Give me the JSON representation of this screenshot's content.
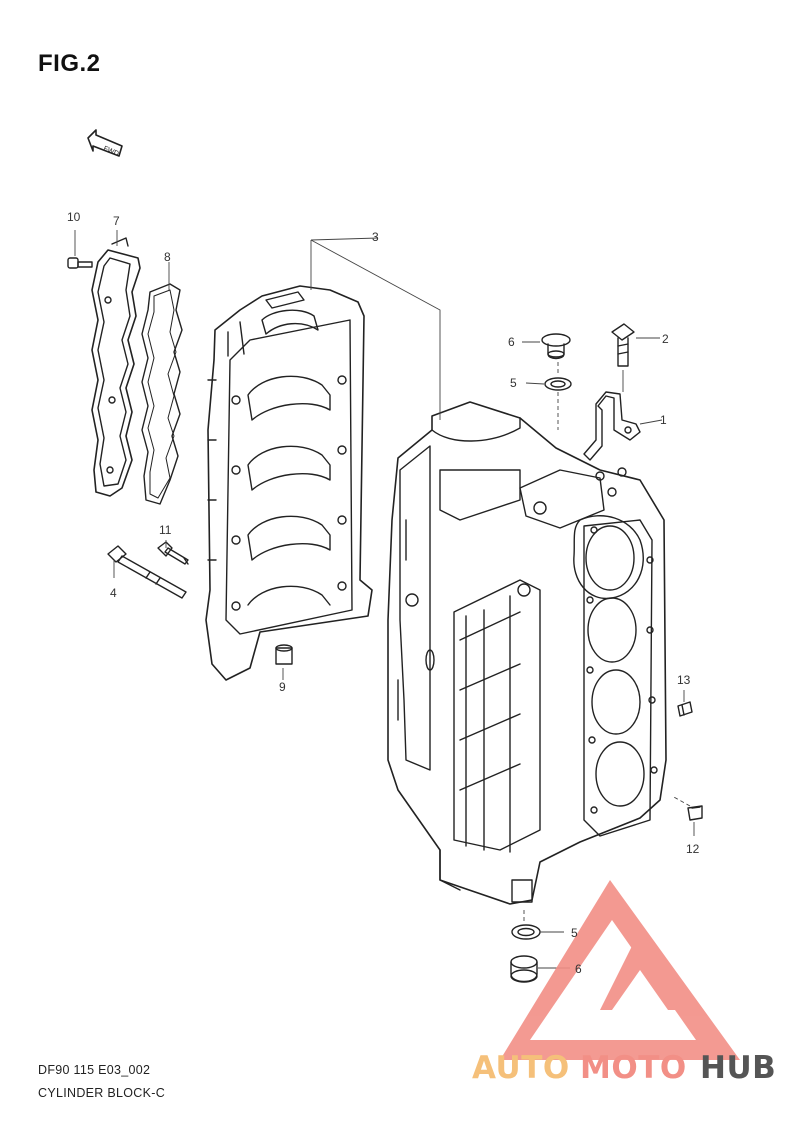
{
  "figure": {
    "title": "FIG.2",
    "fwd_label": "FWD"
  },
  "callouts": [
    {
      "id": "1",
      "label": "1"
    },
    {
      "id": "2",
      "label": "2"
    },
    {
      "id": "3",
      "label": "3"
    },
    {
      "id": "4",
      "label": "4"
    },
    {
      "id": "5a",
      "label": "5"
    },
    {
      "id": "5b",
      "label": "5"
    },
    {
      "id": "6a",
      "label": "6"
    },
    {
      "id": "6b",
      "label": "6"
    },
    {
      "id": "7",
      "label": "7"
    },
    {
      "id": "8",
      "label": "8"
    },
    {
      "id": "9",
      "label": "9"
    },
    {
      "id": "10",
      "label": "10"
    },
    {
      "id": "11",
      "label": "11"
    },
    {
      "id": "12",
      "label": "12"
    },
    {
      "id": "13",
      "label": "13"
    }
  ],
  "caption": {
    "code": "DF90 115 E03_002",
    "name": "CYLINDER BLOCK-C"
  },
  "watermark": {
    "part1": "AUTO",
    "part2": "MOTO",
    "part3": "HUB",
    "color1": "#f5c07a",
    "color2": "#f28f86",
    "color3": "#555555"
  }
}
